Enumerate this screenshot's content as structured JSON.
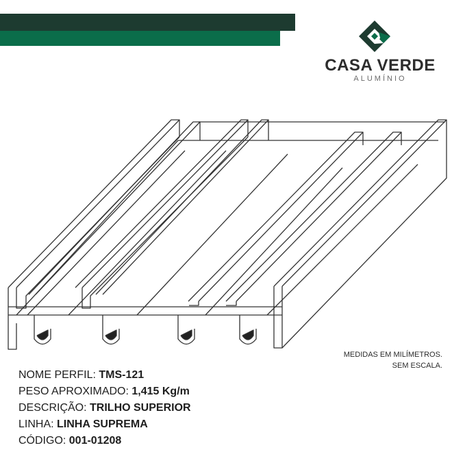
{
  "brand": {
    "name": "CASA VERDE",
    "subtitle": "ALUMÍNIO",
    "logo_icon": "casa-verde-c-diamond-icon",
    "colors": {
      "dark_green": "#1d3b30",
      "green": "#0b6d4a"
    }
  },
  "scale_note": {
    "line1": "MEDIDAS EM MILÍMETROS.",
    "line2": "SEM ESCALA."
  },
  "specs": [
    {
      "label": "NOME PERFIL: ",
      "value": "TMS-121"
    },
    {
      "label": "PESO APROXIMADO: ",
      "value": "1,415 Kg/m"
    },
    {
      "label": "DESCRIÇÃO: ",
      "value": "TRILHO SUPERIOR"
    },
    {
      "label": "LINHA: ",
      "value": "LINHA SUPREMA"
    },
    {
      "label": "CÓDIGO: ",
      "value": "001-01208"
    }
  ]
}
